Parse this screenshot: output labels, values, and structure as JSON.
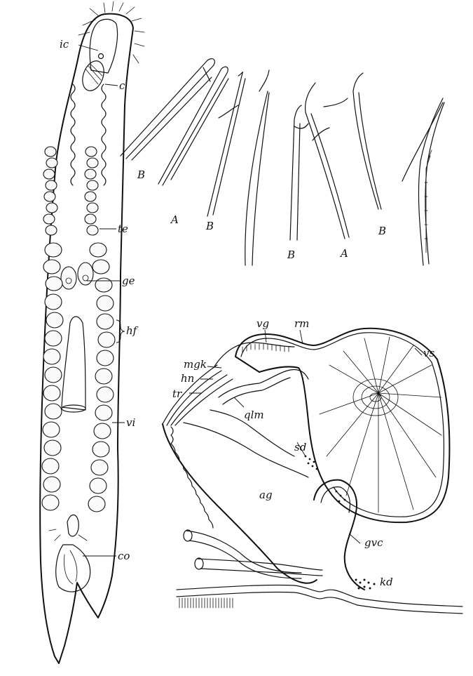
{
  "flatworm_labels": {
    "ic": "ic",
    "c": "c",
    "te": "te",
    "ge": "ge",
    "hf": "hf",
    "vi": "vi",
    "co": "co"
  },
  "stylet_labels": [
    "B",
    "A",
    "B",
    "B",
    "A",
    "B"
  ],
  "organ_labels": {
    "vg": "vg",
    "rm": "rm",
    "vs": "vs",
    "mgk": "mgk",
    "hn": "hn",
    "tr": "tr",
    "qlm": "qlm",
    "sd": "sd",
    "ag": "ag",
    "gvc": "gvc",
    "kd": "kd"
  }
}
